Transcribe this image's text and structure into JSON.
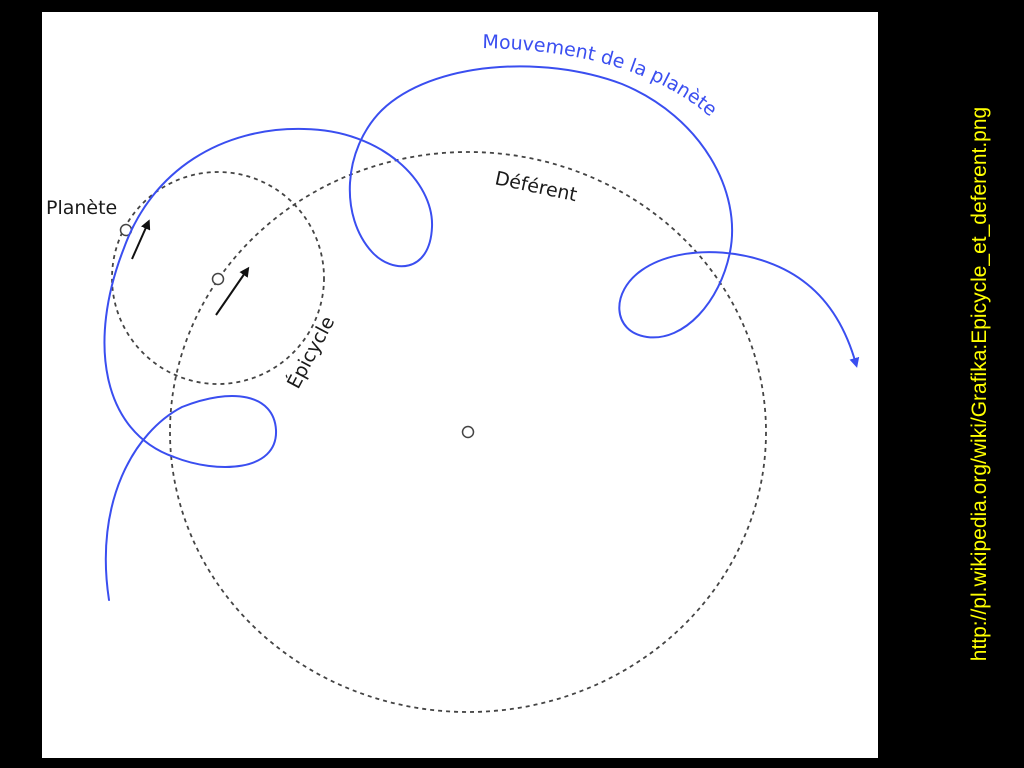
{
  "diagram": {
    "labels": {
      "planet_motion": "Mouvement de la planète",
      "deferent": "Déférent",
      "epicycle": "Épicycle",
      "planet": "Planète"
    },
    "colors": {
      "background": "#ffffff",
      "planet_path": "#3a4ef0",
      "circles": "#444444",
      "text": "#1a1a1a"
    }
  },
  "source": {
    "url": "http://pl.wikipedia.org/wiki/Grafika:Epicycle_et_deferent.png",
    "color": "#ffff00"
  }
}
